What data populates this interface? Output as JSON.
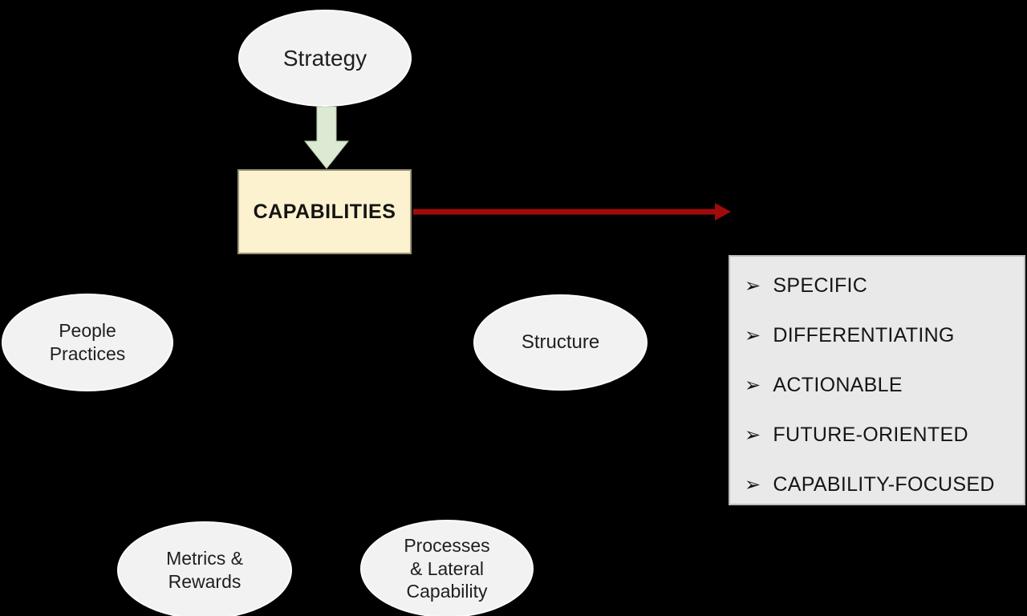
{
  "canvas": {
    "background_color": "#000000"
  },
  "nodes": {
    "strategy": {
      "label": "Strategy",
      "fill": "#f2f2f2"
    },
    "capabilities": {
      "label": "CAPABILITIES",
      "fill": "#fdf2cf"
    },
    "people_practices": {
      "label": "People\nPractices",
      "fill": "#f2f2f2"
    },
    "structure": {
      "label": "Structure",
      "fill": "#f2f2f2"
    },
    "metrics_rewards": {
      "label": "Metrics &\nRewards",
      "fill": "#f2f2f2"
    },
    "processes_lateral": {
      "label": "Processes\n& Lateral\nCapability",
      "fill": "#f2f2f2"
    }
  },
  "arrows": {
    "strategy_to_capabilities": {
      "direction": "down",
      "color": "#dcead4"
    },
    "capabilities_to_criteria": {
      "direction": "right",
      "color": "#a00b0b"
    }
  },
  "criteria_panel": {
    "fill": "#e9e9e9",
    "bullet": "➢",
    "items": [
      "SPECIFIC",
      "DIFFERENTIATING",
      "ACTIONABLE",
      "FUTURE-ORIENTED",
      "CAPABILITY-FOCUSED"
    ]
  }
}
